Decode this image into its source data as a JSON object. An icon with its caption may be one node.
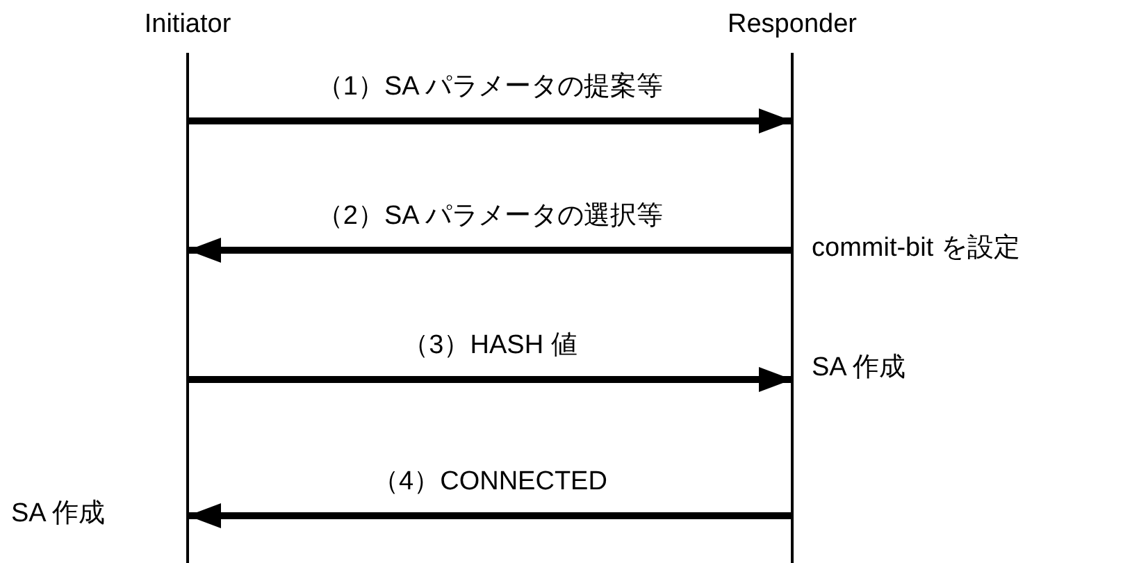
{
  "diagram": {
    "nodes": [
      {
        "text": [
          "Initiator"
        ]
      },
      {
        "text": [
          "Responder"
        ]
      }
    ],
    "edges": [
      {
        "from": 0,
        "to": 1,
        "arrow": "to",
        "label": "（1）SA パラメータの提案等"
      },
      {
        "from": 1,
        "to": 0,
        "arrow": "to",
        "label": "（2）SA パラメータの選択等"
      },
      {
        "from": 0,
        "to": 1,
        "arrow": "to",
        "label": "（3）HASH 値"
      },
      {
        "from": 1,
        "to": 0,
        "arrow": "to",
        "label": "（4）CONNECTED"
      }
    ],
    "labels": [
      "commit-bit を設定",
      "SA 作成",
      "SA 作成"
    ]
  }
}
